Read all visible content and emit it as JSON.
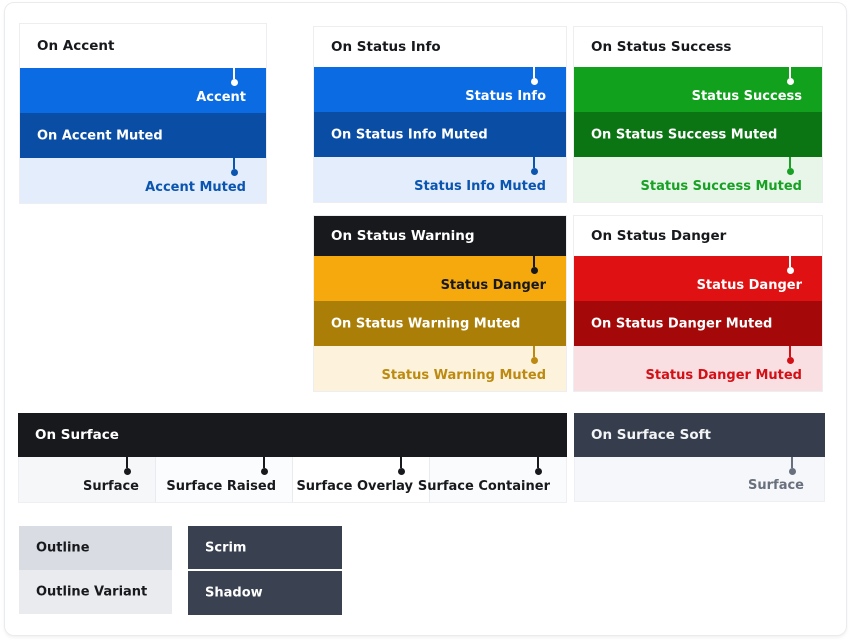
{
  "cards": {
    "accent": {
      "header": {
        "label": "On Accent",
        "bg": "#ffffff",
        "fg": "#17191d"
      },
      "rows": [
        {
          "label": "Accent",
          "bg": "#0a6be2",
          "fg": "#ffffff"
        },
        {
          "label": "On Accent Muted",
          "bg": "#0a4da5",
          "fg": "#ffffff"
        },
        {
          "label": "Accent Muted",
          "bg": "#e4edfb",
          "fg": "#0a55b0"
        }
      ]
    },
    "status_info": {
      "header": {
        "label": "On Status Info",
        "bg": "#ffffff",
        "fg": "#17191d"
      },
      "rows": [
        {
          "label": "Status Info",
          "bg": "#0a6be2",
          "fg": "#ffffff"
        },
        {
          "label": "On Status Info Muted",
          "bg": "#0a4da5",
          "fg": "#ffffff"
        },
        {
          "label": "Status Info Muted",
          "bg": "#e4edfb",
          "fg": "#0a55b0"
        }
      ]
    },
    "status_success": {
      "header": {
        "label": "On Status Success",
        "bg": "#ffffff",
        "fg": "#17191d"
      },
      "rows": [
        {
          "label": "Status Success",
          "bg": "#12a11d",
          "fg": "#ffffff"
        },
        {
          "label": "On Status Success Muted",
          "bg": "#0b7513",
          "fg": "#ffffff"
        },
        {
          "label": "Status Success Muted",
          "bg": "#e7f6e8",
          "fg": "#18a124"
        }
      ]
    },
    "status_warning": {
      "header": {
        "label": "On Status Warning",
        "bg": "#17191d",
        "fg": "#ffffff"
      },
      "rows": [
        {
          "label": "Status Danger",
          "bg": "#f6a90d",
          "fg": "#17181c"
        },
        {
          "label": "On Status Warning Muted",
          "bg": "#ab7e08",
          "fg": "#ffffff"
        },
        {
          "label": "Status Warning Muted",
          "bg": "#fdf3dc",
          "fg": "#bd8a11"
        }
      ]
    },
    "status_danger": {
      "header": {
        "label": "On Status Danger",
        "bg": "#ffffff",
        "fg": "#17191d"
      },
      "rows": [
        {
          "label": "Status Danger",
          "bg": "#e01112",
          "fg": "#ffffff"
        },
        {
          "label": "On Status Danger Muted",
          "bg": "#a40808",
          "fg": "#ffffff"
        },
        {
          "label": "Status Danger Muted",
          "bg": "#fadfe2",
          "fg": "#d31016"
        }
      ]
    }
  },
  "surface": {
    "header": {
      "label": "On Surface",
      "bg": "#17191d",
      "fg": "#ffffff"
    },
    "cells": [
      {
        "label": "Surface",
        "bg": "#f6f7f9",
        "fg": "#17191d"
      },
      {
        "label": "Surface Raised",
        "bg": "#fbfcfd",
        "fg": "#17191d"
      },
      {
        "label": "Surface Overlay",
        "bg": "#ffffff",
        "fg": "#17191d"
      },
      {
        "label": "Surface Container",
        "bg": "#fafbfc",
        "fg": "#17191d"
      }
    ]
  },
  "surface_soft": {
    "header": {
      "label": "On Surface Soft",
      "bg": "#363e4d",
      "fg": "#f2f4f6"
    },
    "cell": {
      "label": "Surface",
      "bg": "#f5f7fa",
      "fg": "#68707e"
    }
  },
  "outline": {
    "rows": [
      {
        "label": "Outline",
        "bg": "#d9dce2",
        "fg": "#17191d"
      },
      {
        "label": "Outline Variant",
        "bg": "#e9ebef",
        "fg": "#17191d"
      }
    ]
  },
  "overlay_tokens": {
    "rows": [
      {
        "label": "Scrim",
        "bg": "#394050",
        "fg": "#ffffff"
      },
      {
        "label": "Shadow",
        "bg": "#3a4150",
        "fg": "#ffffff"
      }
    ]
  },
  "page": {
    "border_color": "#e9ebee",
    "background": "#ffffff"
  }
}
